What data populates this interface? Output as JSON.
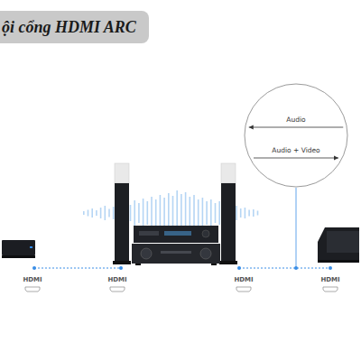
{
  "diagram": {
    "title": "ội cổng HDMI ARC",
    "nodes": [
      {
        "text": [
          "Audio",
          "Audio + Video"
        ]
      }
    ],
    "labels": [
      "HDMI",
      "HDMI",
      "HDMI",
      "HDMI"
    ]
  }
}
